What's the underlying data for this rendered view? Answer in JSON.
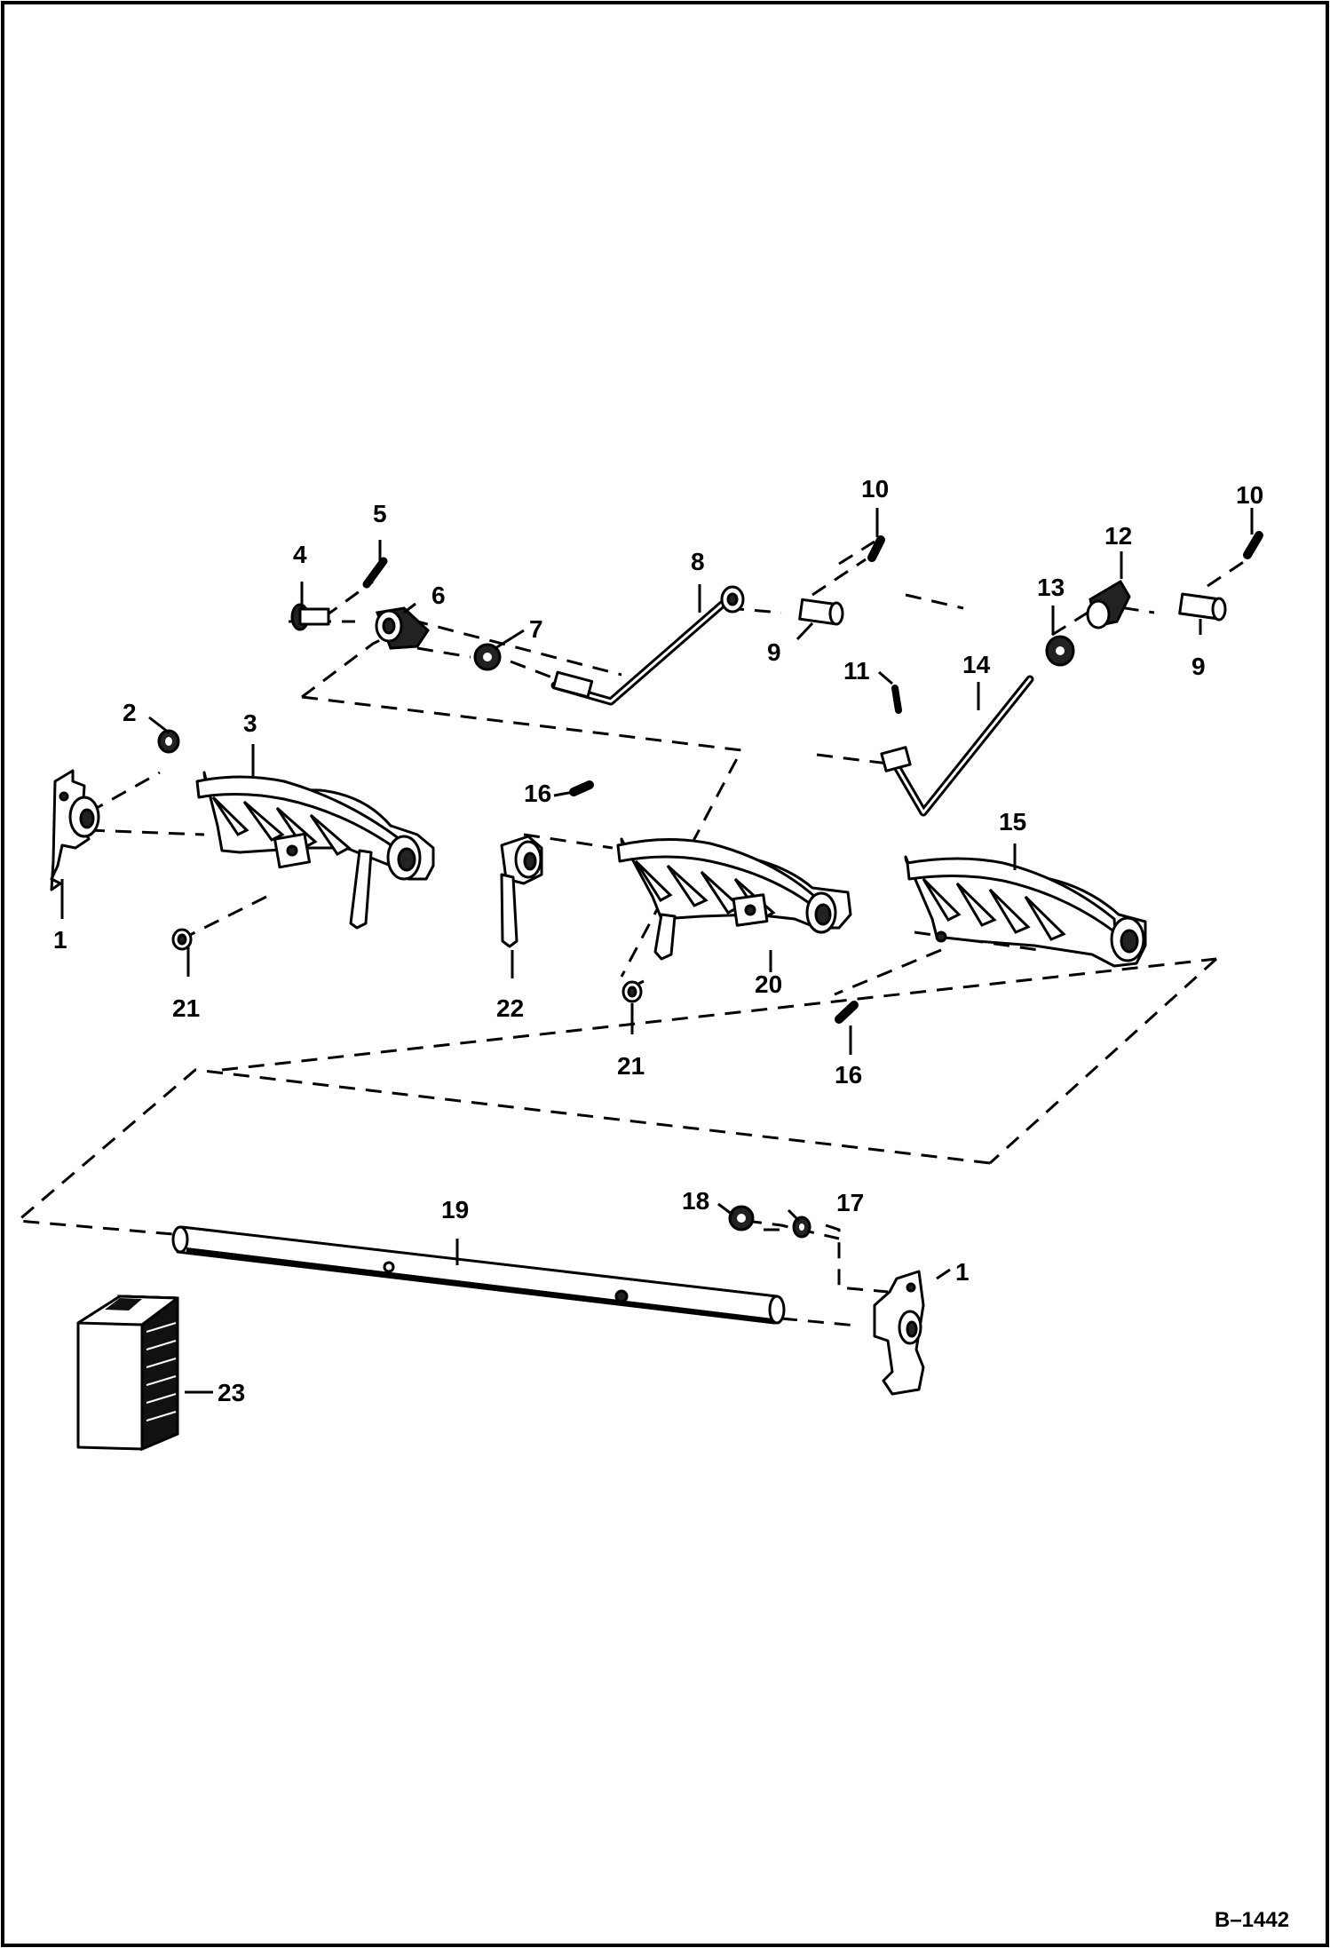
{
  "figure_ref": "B–1442",
  "callouts": {
    "c1a": "1",
    "c1b": "1",
    "c2": "2",
    "c3": "3",
    "c4": "4",
    "c5": "5",
    "c6": "6",
    "c7": "7",
    "c8": "8",
    "c9a": "9",
    "c9b": "9",
    "c10a": "10",
    "c10b": "10",
    "c11": "11",
    "c12": "12",
    "c13": "13",
    "c14": "14",
    "c15": "15",
    "c16a": "16",
    "c16b": "16",
    "c17": "17",
    "c18": "18",
    "c19": "19",
    "c20": "20",
    "c21a": "21",
    "c21b": "21",
    "c22": "22",
    "c23": "23"
  }
}
